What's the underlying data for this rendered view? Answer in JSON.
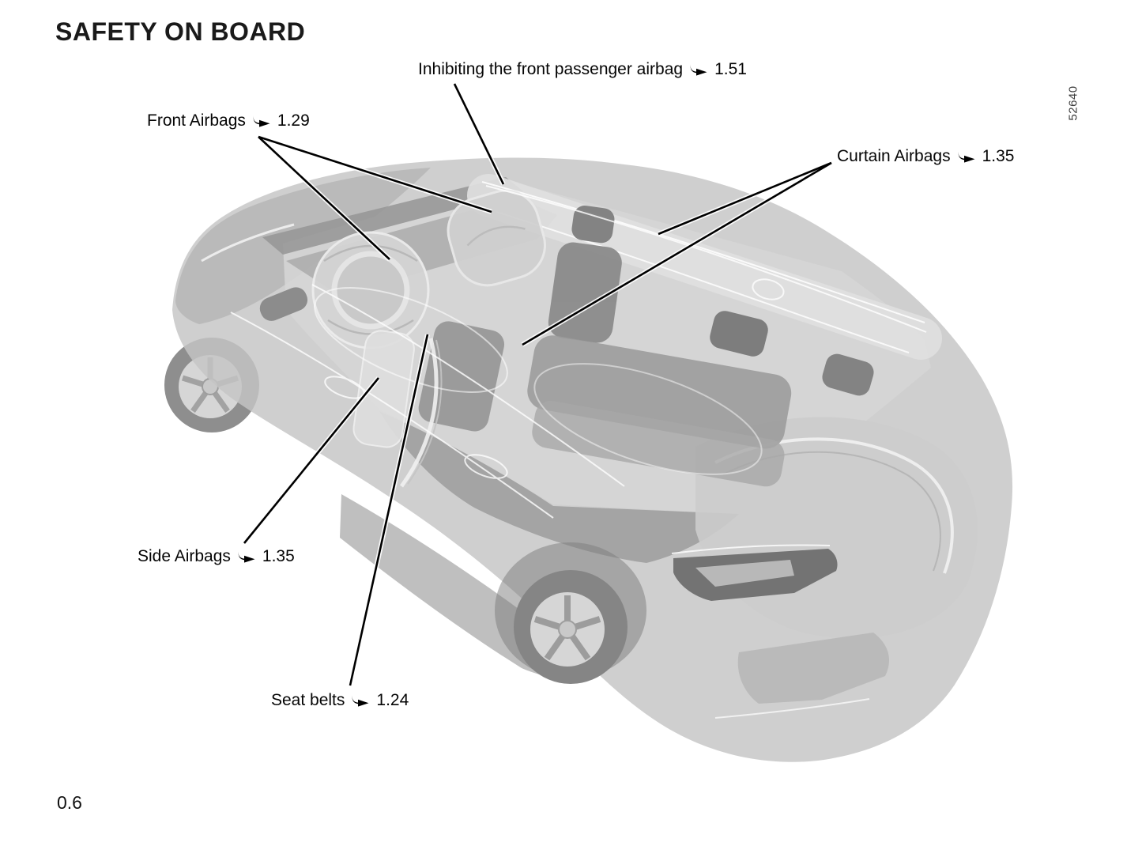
{
  "page": {
    "title": "SAFETY ON BOARD",
    "page_number": "0.6",
    "figure_number": "52640"
  },
  "labels": {
    "inhibit_passenger_airbag": {
      "text": "Inhibiting the front passenger airbag",
      "ref": "1.51"
    },
    "front_airbags": {
      "text": "Front Airbags",
      "ref": "1.29"
    },
    "curtain_airbags": {
      "text": "Curtain Airbags",
      "ref": "1.35"
    },
    "side_airbags": {
      "text": "Side Airbags",
      "ref": "1.35"
    },
    "seat_belts": {
      "text": "Seat belts",
      "ref": "1.24"
    }
  },
  "colors": {
    "text": "#000000",
    "background": "#ffffff",
    "car_body_gray": "#c5c5c5",
    "callout_line": "#000000"
  }
}
